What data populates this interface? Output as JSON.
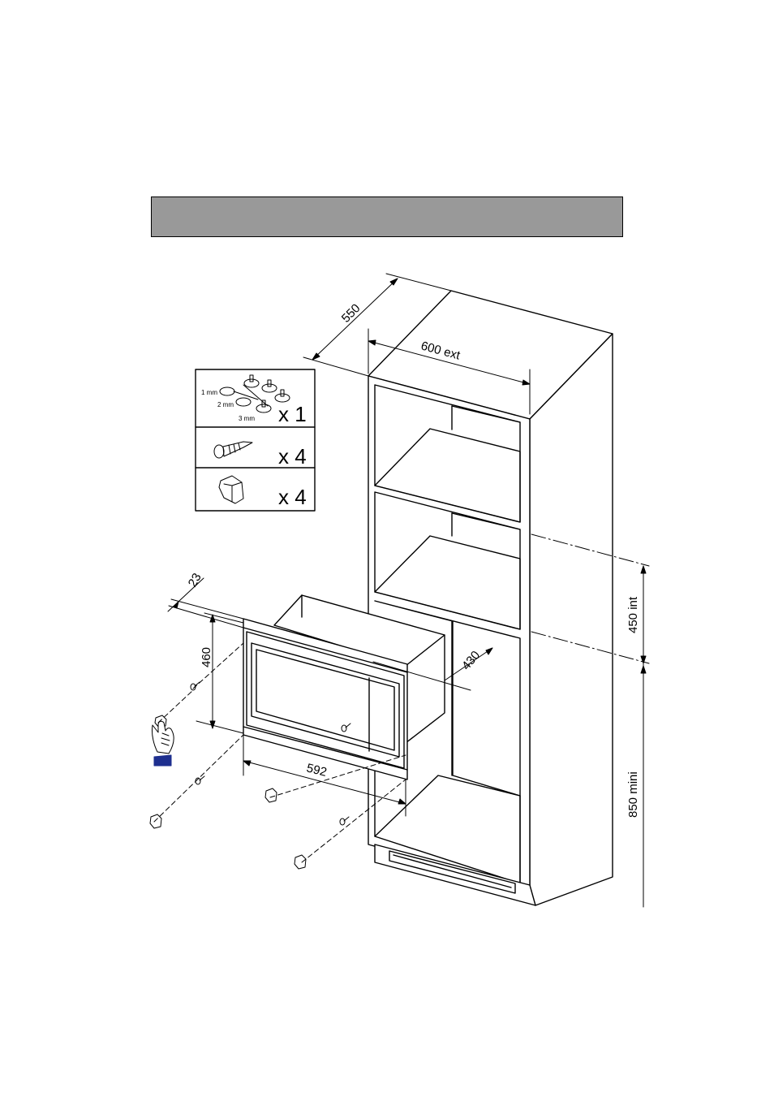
{
  "header": {
    "title": ""
  },
  "dimensions": {
    "depth": "550",
    "width_ext": "600 ext",
    "niche_height": "450 int",
    "floor_height": "850 mini",
    "frame_thickness": "23",
    "frame_height": "460",
    "frame_width": "592",
    "depth_inner": "430"
  },
  "parts_kit": {
    "items": [
      {
        "name": "spacer-set",
        "quantity": "x 1",
        "labels": [
          "1 mm",
          "2 mm",
          "3 mm"
        ]
      },
      {
        "name": "screw",
        "quantity": "x 4"
      },
      {
        "name": "clip",
        "quantity": "x 4"
      }
    ]
  },
  "colors": {
    "title_bar": "#999999",
    "glove_cuff": "#1e2f8f",
    "line": "#000000"
  }
}
